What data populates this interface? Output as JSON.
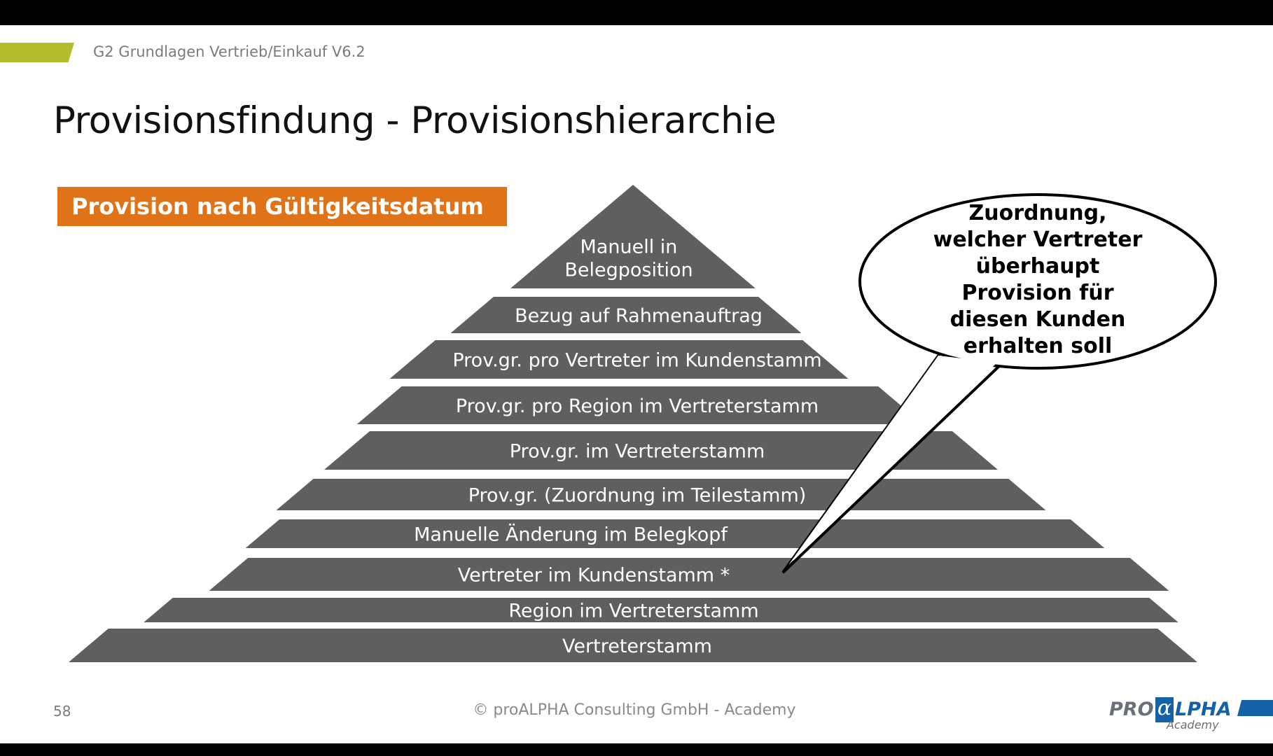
{
  "header": {
    "text": "G2 Grundlagen Vertrieb/Einkauf V6.2"
  },
  "title": "Provisionsfindung - Provisionshierarchie",
  "orange_box": "Provision nach Gültigkeitsdatum",
  "pyramid": {
    "layers": [
      {
        "lines": [
          "Manuell in",
          "Belegposition"
        ]
      },
      {
        "lines": [
          "Bezug auf Rahmenauftrag"
        ]
      },
      {
        "lines": [
          "Prov.gr. pro Vertreter im Kundenstamm"
        ]
      },
      {
        "lines": [
          "Prov.gr. pro Region im Vertreterstamm"
        ]
      },
      {
        "lines": [
          "Prov.gr. im Vertreterstamm"
        ]
      },
      {
        "lines": [
          "Prov.gr. (Zuordnung im Teilestamm)"
        ]
      },
      {
        "lines": [
          "Manuelle Änderung im Belegkopf"
        ]
      },
      {
        "lines": [
          "Vertreter im Kundenstamm *"
        ]
      },
      {
        "lines": [
          "Region im Vertreterstamm"
        ]
      },
      {
        "lines": [
          "Vertreterstamm"
        ]
      }
    ]
  },
  "callout": {
    "lines": [
      "Zuordnung,",
      "welcher Vertreter",
      "überhaupt",
      "Provision für",
      "diesen Kunden",
      "erhalten soll"
    ]
  },
  "footer": {
    "page_number": "58",
    "copyright": "© proALPHA Consulting GmbH - Academy"
  },
  "logo": {
    "pro": "PRO",
    "alpha": "α",
    "lpha": "LPHA",
    "academy": "Academy"
  },
  "colors": {
    "accent_green": "#b4bd2c",
    "orange": "#e07318",
    "pyramid_gray": "#5f5f5f",
    "logo_blue": "#1461a8"
  }
}
